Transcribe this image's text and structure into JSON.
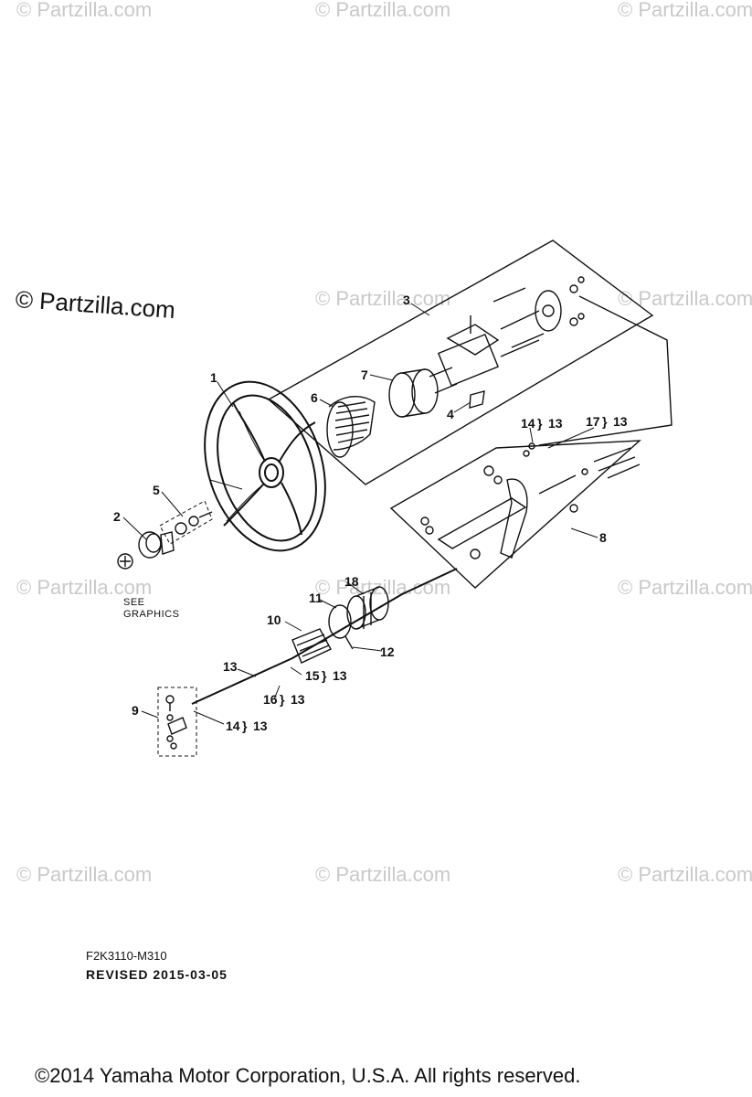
{
  "watermark": "© Partzilla.com",
  "main_watermark": "© Partzilla.com",
  "callouts": {
    "c1": "1",
    "c2": "2",
    "c3": "3",
    "c4": "4",
    "c5": "5",
    "c6": "6",
    "c7": "7",
    "c8": "8",
    "c9": "9",
    "c10": "10",
    "c11": "11",
    "c12": "12",
    "c13a": "13",
    "c13b": "13",
    "c13c": "13",
    "c13d": "13",
    "c13e": "13",
    "c13f": "13",
    "c14a": "14",
    "c14b": "14",
    "c15": "15",
    "c16": "16",
    "c17": "17",
    "c18": "18"
  },
  "see_graphics": [
    "SEE",
    "GRAPHICS"
  ],
  "drawing_code": "F2K3110-M310",
  "revised": "REVISED 2015-03-05",
  "copyright": "©2014  Yamaha Motor Corporation, U.S.A. All rights reserved."
}
